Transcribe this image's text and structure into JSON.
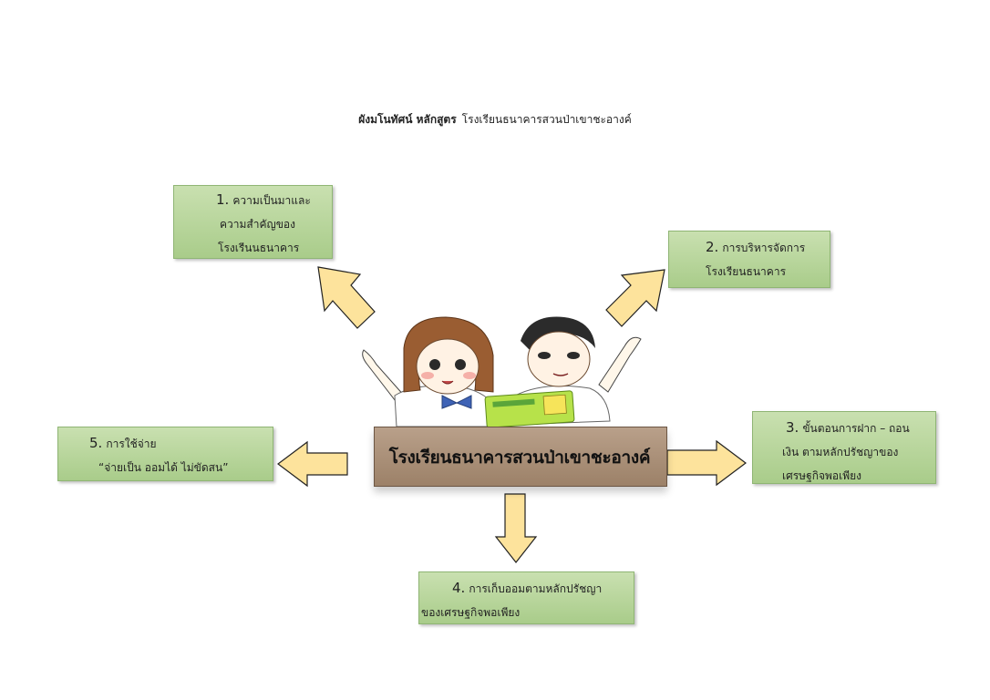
{
  "header": {
    "title_bold": "ผังมโนทัศน์ หลักสูตร",
    "title_rest": "โรงเรียนธนาคารสวนป่าเขาชะอางค์"
  },
  "center": {
    "label": "โรงเรียนธนาคารสวนป่าเขาชะอางค์"
  },
  "boxes": [
    {
      "num": "1.",
      "lines": [
        "ความเป็นมาและ",
        "ความสำคัญของ",
        "โรงเรีนนธนาคาร"
      ]
    },
    {
      "num": "2.",
      "lines": [
        "การบริหารจัดการ",
        "โรงเรียนธนาคาร"
      ]
    },
    {
      "num": "3.",
      "lines": [
        "ขั้นตอนการฝาก – ถอน",
        "เงิน ตามหลักปรัชญาของ",
        "เศรษฐกิจพอเพียง"
      ]
    },
    {
      "num": "4.",
      "lines": [
        "การเก็บออมตามหลักปรัชญา",
        "ของเศรษฐกิจพอเพียง"
      ]
    },
    {
      "num": "5.",
      "lines": [
        "การใช้จ่าย",
        "“จ่ายเป็น ออมได้ ไม่ขัดสน”"
      ]
    }
  ],
  "colors": {
    "box_fill": "#b5d59a",
    "arrow_fill": "#fde39c",
    "desk": "#a88e76"
  }
}
